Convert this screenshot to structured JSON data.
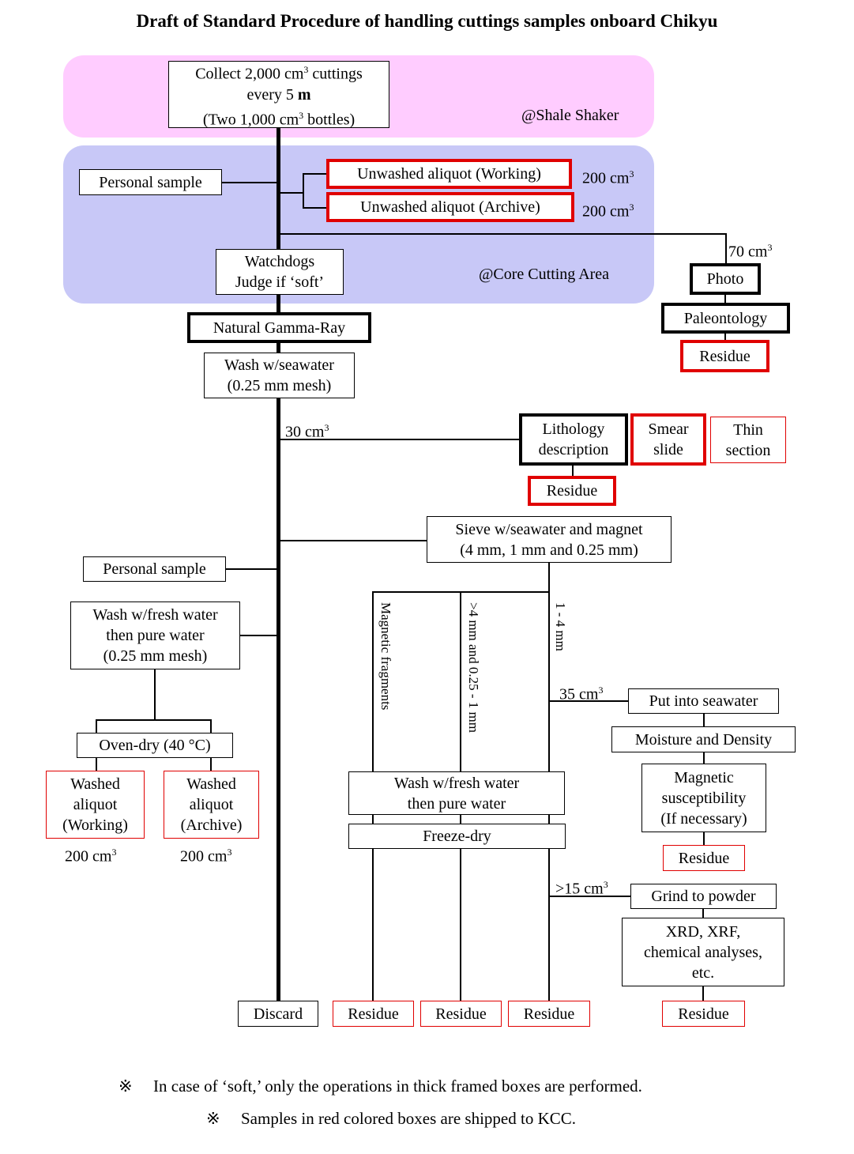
{
  "title": "Draft of Standard Procedure of handling cuttings samples onboard Chikyu",
  "regions": {
    "shale_shaker": "@Shale Shaker",
    "core_cutting_area": "@Core Cutting Area"
  },
  "colors": {
    "shaker_region": "#ffccff",
    "core_region": "#c8c8f7",
    "red_frame": "#e00000"
  },
  "boxes": {
    "collect": {
      "l1_a": "Collect 2,000 cm",
      "l1_sup": "3",
      "l1_b": " cuttings",
      "l2_a": "every 5 ",
      "l2_b": "m",
      "l3_a": "(Two 1,000 cm",
      "l3_sup": "3",
      "l3_b": " bottles)"
    },
    "personal_sample_top": "Personal sample",
    "unwashed_working": "Unwashed aliquot (Working)",
    "unwashed_archive": "Unwashed aliquot (Archive)",
    "watchdogs": {
      "l1": "Watchdogs",
      "l2": "Judge if ‘soft’"
    },
    "photo": "Photo",
    "paleontology": "Paleontology",
    "residue_paleo": "Residue",
    "natural_gamma": "Natural Gamma-Ray",
    "wash_seawater": {
      "l1": "Wash w/seawater",
      "l2": "(0.25 mm mesh)"
    },
    "lithology": {
      "l1": "Lithology",
      "l2": "description"
    },
    "smear": {
      "l1": "Smear",
      "l2": "slide"
    },
    "thin_section": {
      "l1": "Thin",
      "l2": "section"
    },
    "residue_litho": "Residue",
    "sieve": {
      "l1": "Sieve w/seawater and magnet",
      "l2": "(4 mm, 1 mm and 0.25 mm)"
    },
    "personal_sample_mid": "Personal sample",
    "wash_fresh_left": {
      "l1": "Wash w/fresh water",
      "l2": "then pure water",
      "l3": "(0.25 mm mesh)"
    },
    "oven_dry": "Oven-dry (40 °C)",
    "washed_working": {
      "l1": "Washed",
      "l2": "aliquot",
      "l3": "(Working)"
    },
    "washed_archive": {
      "l1": "Washed",
      "l2": "aliquot",
      "l3": "(Archive)"
    },
    "wash_fresh_center": {
      "l1": "Wash w/fresh water",
      "l2": "then pure water"
    },
    "freeze_dry": "Freeze-dry",
    "put_seawater": "Put into seawater",
    "moisture_density": "Moisture and Density",
    "mag_susc": {
      "l1": "Magnetic",
      "l2": "susceptibility",
      "l3": "(If necessary)"
    },
    "residue_mag": "Residue",
    "grind": "Grind to powder",
    "xrd": {
      "l1": "XRD, XRF,",
      "l2": "chemical analyses,",
      "l3": "etc."
    },
    "discard": "Discard",
    "residue_b1": "Residue",
    "residue_b2": "Residue",
    "residue_b3": "Residue",
    "residue_b4": "Residue"
  },
  "labels": {
    "unwashed_working_vol": "200 cm",
    "unwashed_archive_vol": "200 cm",
    "photo_vol": "70 cm",
    "litho_vol": "30 cm",
    "put_vol": "35 cm",
    "grind_vol": ">15 cm",
    "washed_working_vol": "200 cm",
    "washed_archive_vol": "200 cm",
    "sup3": "3",
    "magnetic_fragments": "Magnetic fragments",
    "fraction_mid": ">4 mm and 0.25 - 1 mm",
    "fraction_right": "1 - 4 mm"
  },
  "notes": {
    "mark": "※",
    "note1": "In case of ‘soft,’ only the operations in thick framed boxes are performed.",
    "note2": "Samples in red colored boxes are shipped to KCC."
  }
}
